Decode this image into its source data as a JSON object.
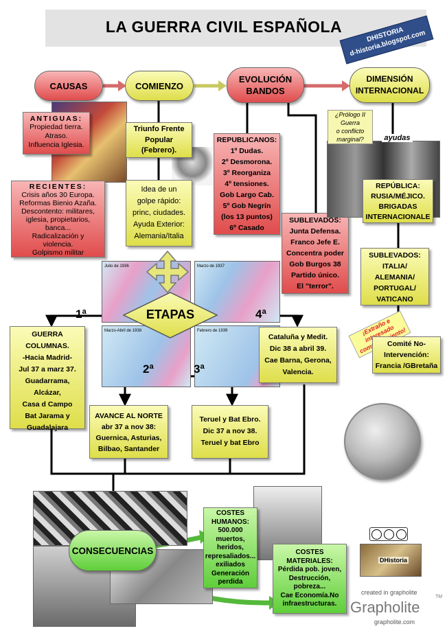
{
  "header": {
    "title": "LA GUERRA CIVIL ESPAÑOLA",
    "badge_line1": "DHISTORIA",
    "badge_line2": "d-historia.blogspot.com"
  },
  "nodes": {
    "causas": "CAUSAS",
    "comienzo": "COMIENZO",
    "evolucion": "EVOLUCIÓN BANDOS",
    "dimension": "DIMENSIÓN INTERNACIONAL",
    "etapas": "ETAPAS",
    "consecuencias": "CONSECUENCIAS"
  },
  "antiguas": {
    "title": "ANTIGUAS:",
    "lines": [
      "Propiedad tierra.",
      "Atraso.",
      "Influencia Iglesia."
    ]
  },
  "recientes": {
    "title": "RECIENTES:",
    "lines": [
      "Crisis años 30 Europa.",
      "Reformas Bienio Azaña.",
      "Descontento: militares,",
      "iglesia, propietarios,",
      "banca...",
      "Radicalización y",
      "violencia.",
      "Golpismo militar"
    ]
  },
  "triunfo": {
    "lines": [
      "Triunfo Frente",
      "Popular",
      "(Febrero)."
    ]
  },
  "golpe": {
    "lines": [
      "Idea de un",
      "golpe rápido:",
      "princ, ciudades.",
      "Ayuda Exterior:",
      "Alemania/Italia"
    ]
  },
  "republicanos": {
    "title": "REPUBLICANOS:",
    "lines": [
      "1º Dudas.",
      "2º Desmorona.",
      "3º Reorganiza",
      "4º tensiones.",
      "Gob Largo Cab.",
      "5º Gob Negrín",
      "(los 13 puntos)",
      "6º Casado"
    ]
  },
  "sublevados_bando": {
    "lines": [
      "SUBLEVADOS:",
      "Junta Defensa.",
      "Franco Jefe E.",
      "Concentra poder",
      "Gob Burgos 38",
      "Partido único.",
      "El \"terror\"."
    ]
  },
  "prologo": {
    "lines": [
      "¿Prólogo II",
      "Guerra",
      "o conflicto",
      "marginal?"
    ]
  },
  "ayudas": "ayudas",
  "republica_int": {
    "lines": [
      "REPÚBLICA:",
      "RUSIA/MÉJICO.",
      "BRIGADAS",
      "INTERNACIONALE"
    ]
  },
  "sublevados_int": {
    "lines": [
      "SUBLEVADOS:",
      "ITALIA/",
      "ALEMANIA/",
      "PORTUGAL/",
      "VATICANO"
    ]
  },
  "extrano": {
    "lines": [
      "¡Extraño e",
      "interesado",
      "comportamiento!"
    ]
  },
  "comite": {
    "lines": [
      "Comité No-",
      "Intervención:",
      "Francia /GBretaña"
    ]
  },
  "etapa_labels": {
    "e1": "1ª",
    "e2": "2ª",
    "e3": "3ª",
    "e4": "4ª"
  },
  "guerra_columnas": {
    "lines": [
      "GUERRA COLUMNAS.",
      "-Hacia Madrid-",
      "Jul 37 a marz 37.",
      "Guadarrama,",
      "Alcázar,",
      "Casa d Campo",
      "Bat Jarama y",
      "Guadalajara"
    ]
  },
  "cataluna": {
    "lines": [
      "Cataluña y Medit.",
      "Dic 38 a abril 39.",
      "Cae Barna, Gerona,",
      "Valencia."
    ]
  },
  "avance": {
    "lines": [
      "AVANCE AL NORTE",
      "abr 37 a nov 38:",
      "Guernica, Asturias,",
      "Bilbao, Santander"
    ]
  },
  "teruel": {
    "lines": [
      "Teruel y Bat Ebro.",
      "Dic 37 a nov 38.",
      "Teruel y bat Ebro"
    ]
  },
  "map_labels": [
    "Julio de 1936",
    "Marzo de 1937",
    "Marzo-Abril de 1938",
    "Febrero de 1939"
  ],
  "costes_humanos": {
    "lines": [
      "COSTES",
      "HUMANOS:",
      "500.000",
      "muertos,",
      "heridos,",
      "represaliados...",
      "exiliados",
      "Generación",
      "perdida"
    ]
  },
  "costes_materiales": {
    "lines": [
      "COSTES",
      "MATERIALES:",
      "Pérdida pob. joven,",
      "Destrucción,",
      "pobreza...",
      "Cae Economía.No",
      "infraestructuras."
    ]
  },
  "footer": {
    "created": "created in grapholite",
    "brand": "Grapholite",
    "tm": "TM",
    "site": "grapholite.com",
    "dhistoria_logo": "DHistoria"
  },
  "colors": {
    "red": "#e04c4c",
    "yellow": "#e6e660",
    "green": "#5fce3a",
    "arrow_red": "#d46a6a",
    "arrow_yellow": "#c8c860"
  }
}
